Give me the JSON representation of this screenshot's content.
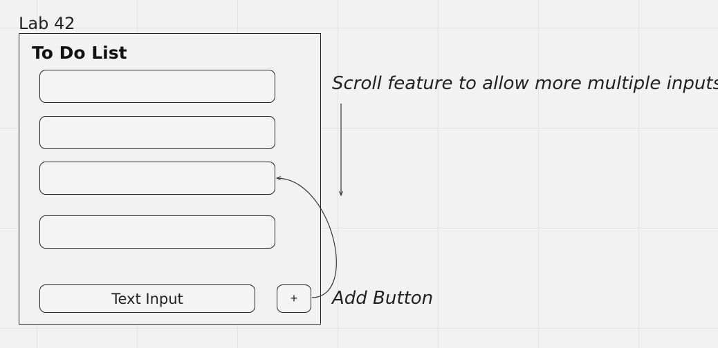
{
  "board": {
    "frame_label": "Lab 42"
  },
  "frame": {
    "title": "To Do List",
    "items": [
      "",
      "",
      "",
      ""
    ],
    "text_input_label": "Text Input",
    "add_button_label": "+"
  },
  "annotations": {
    "scroll_note": "Scroll feature to allow more multiple inputs",
    "add_button_note": "Add Button"
  }
}
